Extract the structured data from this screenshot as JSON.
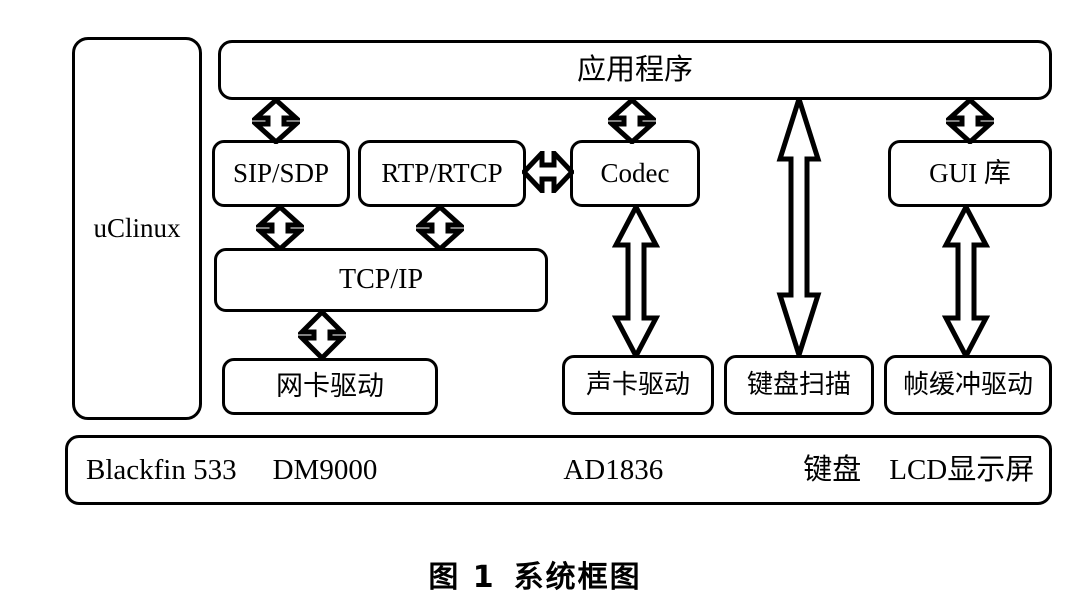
{
  "figure": {
    "caption_number": "图 1",
    "caption_title": "系统框图"
  },
  "os_block": {
    "label": "uClinux"
  },
  "application_layer": {
    "label": "应用程序"
  },
  "middleware": [
    {
      "id": "sipsdp",
      "label": "SIP/SDP"
    },
    {
      "id": "rtprtcp",
      "label": "RTP/RTCP"
    },
    {
      "id": "codec",
      "label": "Codec"
    },
    {
      "id": "gui",
      "label": "GUI 库"
    }
  ],
  "protocol_stack": {
    "label": "TCP/IP"
  },
  "drivers": [
    {
      "id": "netdrv",
      "label": "网卡驱动"
    },
    {
      "id": "sounddrv",
      "label": "声卡驱动"
    },
    {
      "id": "keyscan",
      "label": "键盘扫描"
    },
    {
      "id": "fbdrv",
      "label": "帧缓冲驱动"
    }
  ],
  "hardware": {
    "items": [
      {
        "id": "blackfin",
        "label": "Blackfin 533"
      },
      {
        "id": "dm9000",
        "label": "DM9000"
      },
      {
        "id": "ad1836",
        "label": "AD1836"
      },
      {
        "id": "keyboard",
        "label": "键盘"
      },
      {
        "id": "lcd",
        "label": "LCD显示屏"
      }
    ]
  },
  "connections": [
    {
      "id": "app-sipsdp",
      "from": "应用程序",
      "to": "SIP/SDP",
      "style": "double-headed-vertical"
    },
    {
      "id": "app-codec",
      "from": "应用程序",
      "to": "Codec",
      "style": "double-headed-vertical"
    },
    {
      "id": "app-keyscan",
      "from": "应用程序",
      "to": "键盘扫描",
      "style": "double-headed-vertical"
    },
    {
      "id": "app-gui",
      "from": "应用程序",
      "to": "GUI 库",
      "style": "double-headed-vertical"
    },
    {
      "id": "rtprtcp-codec",
      "from": "RTP/RTCP",
      "to": "Codec",
      "style": "double-headed-horizontal"
    },
    {
      "id": "sipsdp-tcpip",
      "from": "SIP/SDP",
      "to": "TCP/IP",
      "style": "double-headed-vertical"
    },
    {
      "id": "rtprtcp-tcpip",
      "from": "RTP/RTCP",
      "to": "TCP/IP",
      "style": "double-headed-vertical"
    },
    {
      "id": "tcpip-netdrv",
      "from": "TCP/IP",
      "to": "网卡驱动",
      "style": "double-headed-vertical"
    },
    {
      "id": "codec-sounddrv",
      "from": "Codec",
      "to": "声卡驱动",
      "style": "double-headed-vertical"
    },
    {
      "id": "gui-fbdrv",
      "from": "GUI 库",
      "to": "帧缓冲驱动",
      "style": "double-headed-vertical"
    }
  ],
  "colors": {
    "background": "#ffffff",
    "stroke": "#000000",
    "fill": "#ffffff"
  }
}
